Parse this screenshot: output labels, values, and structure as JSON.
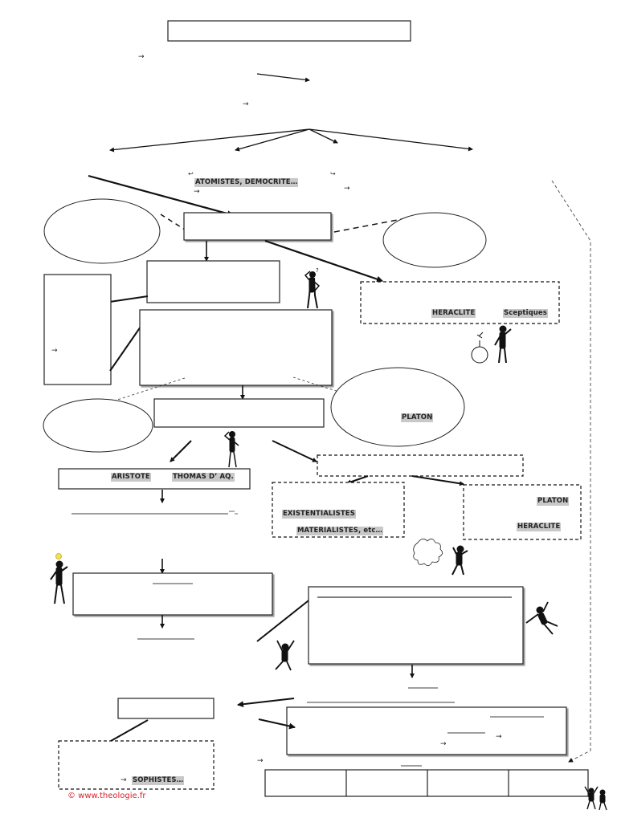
{
  "diagram": {
    "labels": {
      "atomistes": "ATOMISTES, DEMOCRITE…",
      "heraclite_1": "HERACLITE",
      "sceptiques": "Sceptiques",
      "platon_ellipse": "PLATON",
      "platon_paren": ")",
      "aristote": "ARISTOTE",
      "thomas": "THOMAS  D’ AQ.",
      "existentialistes": "EXISTENTIALISTES",
      "materialistes": "MATERIALISTES, etc…",
      "platon_2": "PLATON",
      "heraclite_2": "HERACLITE",
      "sophistes": "SOPHISTES…"
    },
    "arrow_glyph": "→",
    "credit": "© www.theologie.fr",
    "colors": {
      "ink": "#111111",
      "box_shadow": "#9a9a9a",
      "highlight": "#c8c8c8",
      "credit": "#d8202a"
    },
    "icons": {
      "bomb": "bomb-icon",
      "lightbulb": "lightbulb-icon",
      "explosion": "explosion-icon"
    }
  }
}
